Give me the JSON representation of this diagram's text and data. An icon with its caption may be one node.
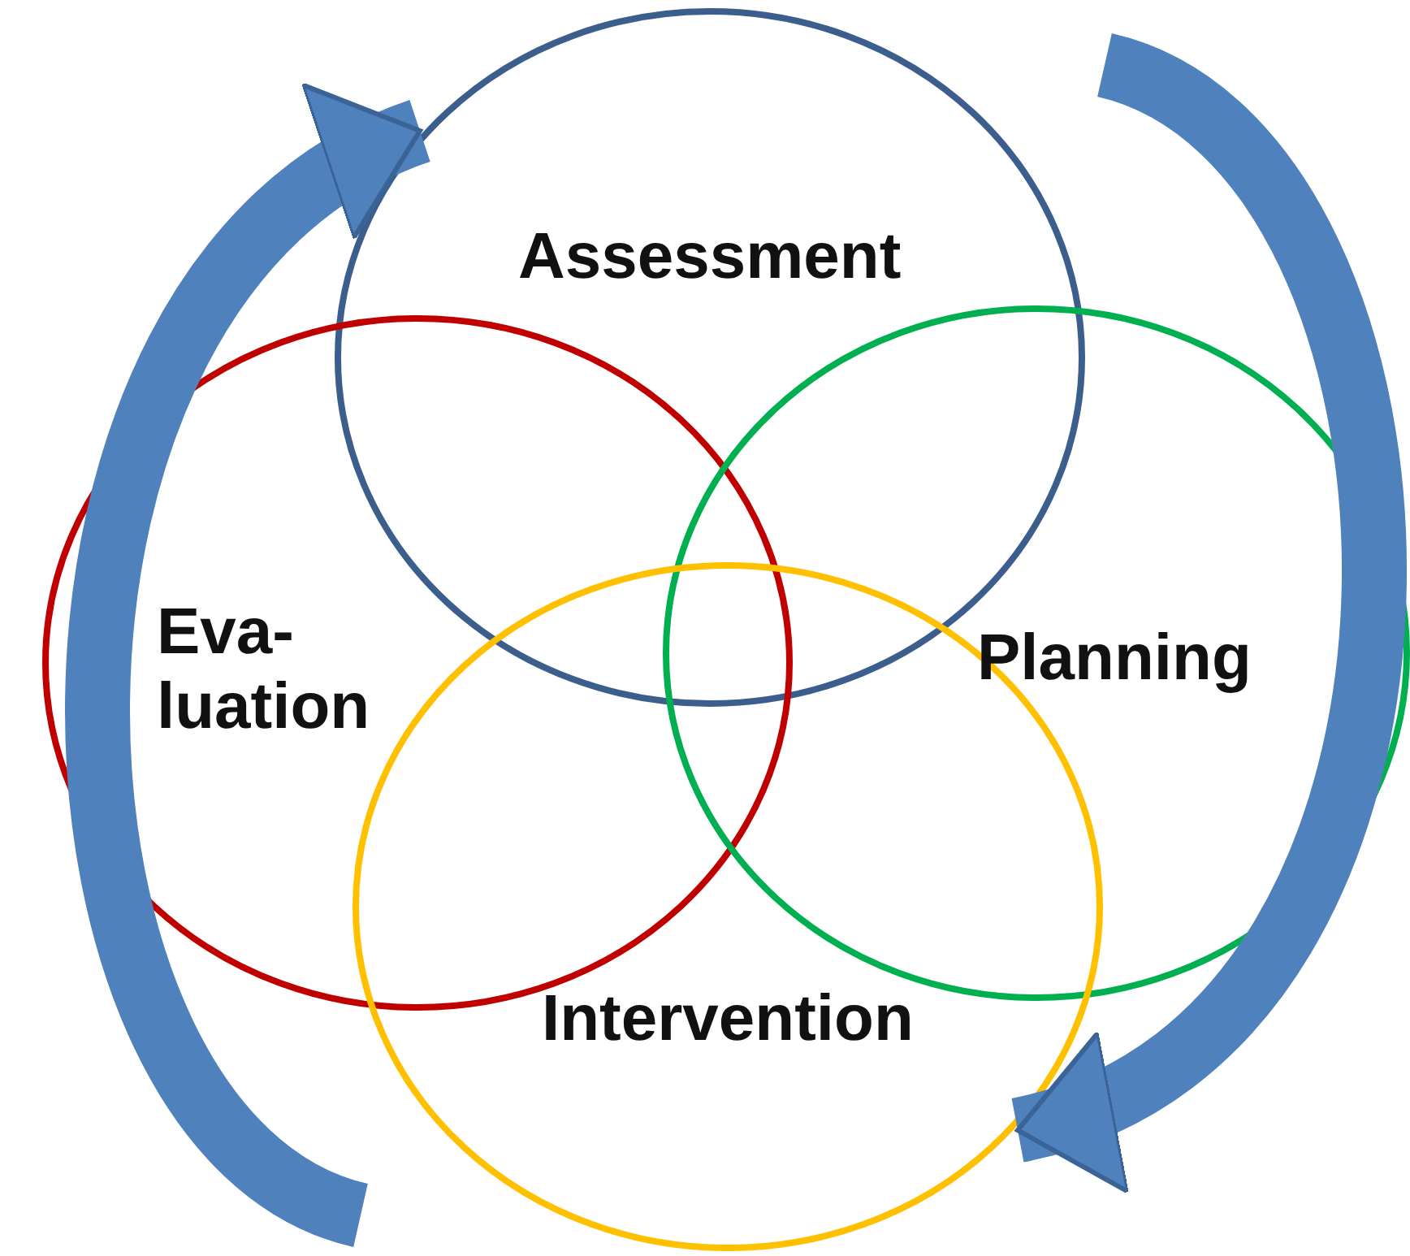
{
  "diagram": {
    "nodes": [
      {
        "text": [
          "Assessment"
        ]
      },
      {
        "text": [
          "Eva- luation"
        ]
      },
      {
        "text": [
          "Planning"
        ]
      },
      {
        "text": [
          "Intervention"
        ]
      }
    ],
    "edges": [
      {
        "from": null,
        "to": 0,
        "arrow": "to"
      },
      {
        "from": null,
        "to": 3,
        "arrow": "to"
      }
    ]
  }
}
